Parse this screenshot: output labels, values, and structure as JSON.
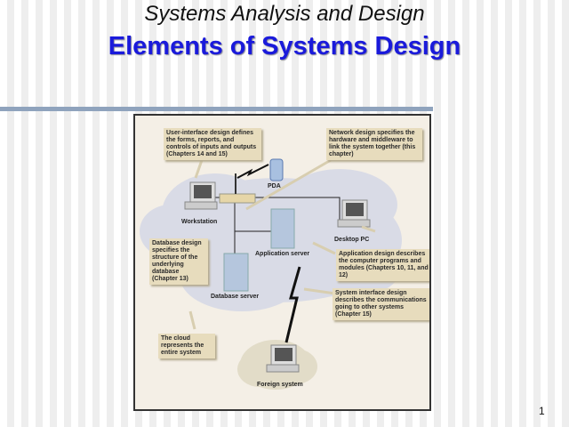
{
  "slide": {
    "subtitle": "Systems Analysis and Design",
    "title": "Elements of Systems Design",
    "page_number": "1"
  },
  "figure": {
    "callouts": {
      "ui": "User-interface design defines the forms, reports, and controls of inputs and outputs (Chapters 14 and 15)",
      "network": "Network design specifies the hardware and middleware to link the system together (this chapter)",
      "database": "Database design specifies the structure of the underlying database (Chapter 13)",
      "application": "Application design describes the computer programs and modules (Chapters 10, 11, and 12)",
      "interface": "System interface design describes the communications going to other systems (Chapter 15)",
      "cloud": "The cloud represents the entire system"
    },
    "labels": {
      "pda": "PDA",
      "workstation": "Workstation",
      "desktop": "Desktop PC",
      "app_server": "Application server",
      "db_server": "Database server",
      "foreign": "Foreign system"
    },
    "colors": {
      "cloud": "#d9dbe6",
      "callout": "#e7dcbd"
    }
  }
}
